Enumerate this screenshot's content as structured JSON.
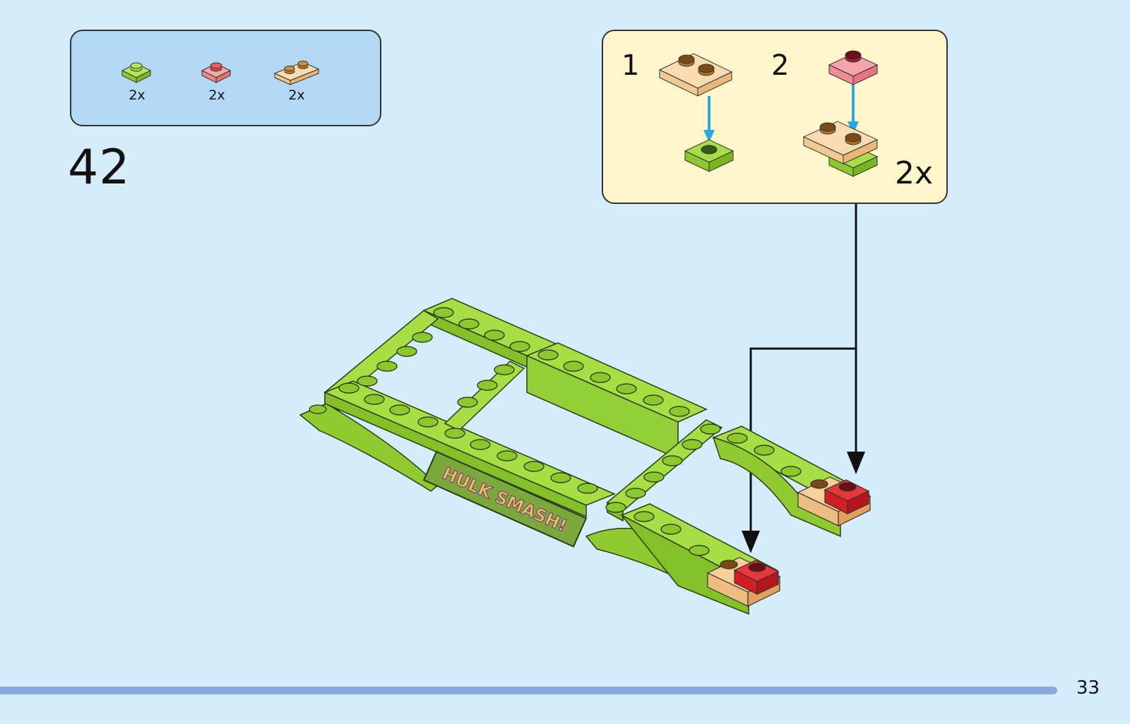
{
  "parts": [
    {
      "qty": "2x",
      "color": "#9ed93a",
      "icon": "plate-1x1-lime"
    },
    {
      "qty": "2x",
      "color": "#f08080",
      "icon": "plate-1x1-trans-red"
    },
    {
      "qty": "2x",
      "color": "#f3c98e",
      "icon": "plate-1x2-trans-orange"
    }
  ],
  "step": {
    "number": "42"
  },
  "subassembly": {
    "step1": "1",
    "step2": "2",
    "multiplier": "2x"
  },
  "sign_text": "HULK SMASH!",
  "page_number": "33",
  "colors": {
    "lime": "#9ed93a",
    "trans_red": "#e8373a",
    "trans_orange": "#f6c88a",
    "arrow_blue": "#2aa8e0",
    "footer_bar": "#88a9dd"
  }
}
